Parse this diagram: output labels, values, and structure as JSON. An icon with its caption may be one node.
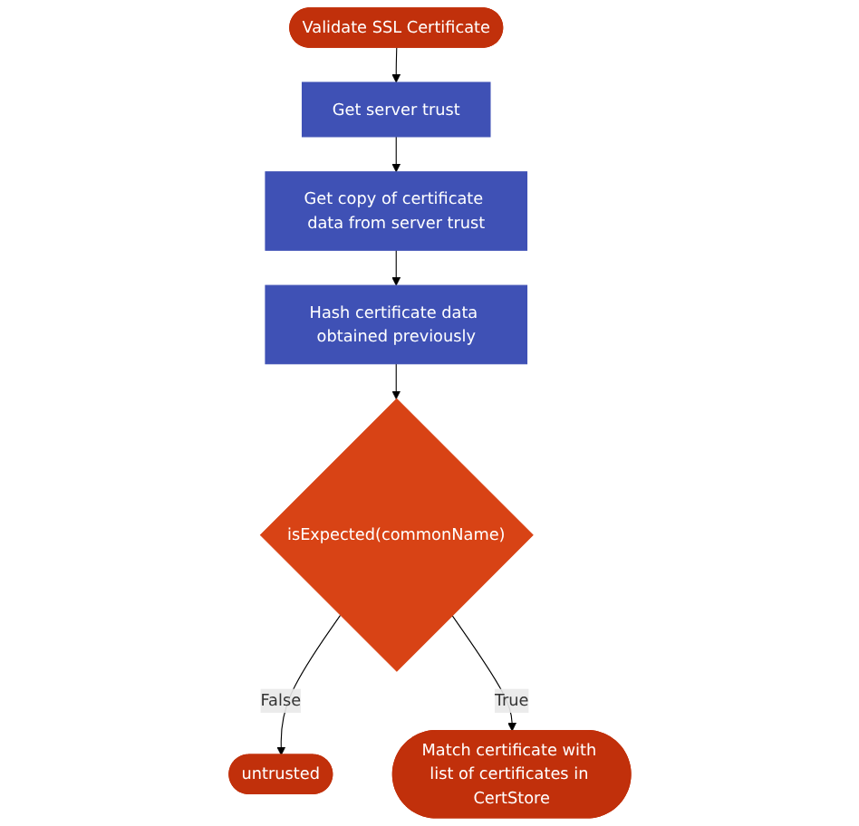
{
  "diagram": {
    "nodes": [
      {
        "text": [
          "Validate SSL Certificate"
        ]
      },
      {
        "text": [
          "Get server trust"
        ]
      },
      {
        "text": [
          "Get copy of certificate data from server trust"
        ]
      },
      {
        "text": [
          "Hash certificate data obtained previously"
        ]
      },
      {
        "text": [
          "isExpected(commonName)"
        ]
      },
      {
        "text": [
          "untrusted"
        ]
      },
      {
        "text": [
          "Match certificate with list of certificates in CertStore"
        ]
      }
    ],
    "edges": [
      {
        "from": 0,
        "to": 1,
        "arrow": "to"
      },
      {
        "from": 1,
        "to": 2,
        "arrow": "to"
      },
      {
        "from": 2,
        "to": 3,
        "arrow": "to"
      },
      {
        "from": 3,
        "to": 4,
        "arrow": "to"
      },
      {
        "from": 4,
        "to": 5,
        "arrow": "to",
        "label": "False"
      },
      {
        "from": 4,
        "to": 6,
        "arrow": "to",
        "label": "True"
      }
    ]
  }
}
